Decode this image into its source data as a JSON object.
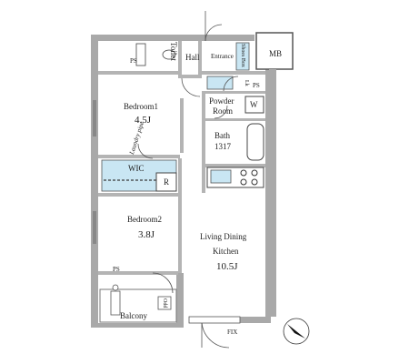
{
  "plan": {
    "rooms": {
      "bedroom1": {
        "name": "Bedroom1",
        "area": "4.5J"
      },
      "bedroom2": {
        "name": "Bedroom2",
        "area": "3.8J"
      },
      "ldk": {
        "name_line1": "Living Dining",
        "name_line2": "Kitchen",
        "area": "10.5J"
      },
      "bath": {
        "name": "Bath",
        "size": "1317"
      },
      "powder": {
        "line1": "Powder",
        "line2": "Room"
      },
      "toilet": "Toilet",
      "hall": "Hall",
      "entrance": "Entrance",
      "balcony": "Balcony"
    },
    "fixtures": {
      "wic": "WIC",
      "r": "R",
      "w": "W",
      "mb": "MB",
      "ps_top": "PS",
      "ps_right": "PS",
      "ps_bottom": "PS",
      "shoes_box": "Shoes Box",
      "laundry_pipe": "Laundry pipe",
      "lk": "Lk",
      "odd": "Odd",
      "fix": "FIX"
    },
    "compass": "N",
    "colors": {
      "wall": "#a9a9a9",
      "wall_dark": "#8c8c8c",
      "water": "#c9e6f3",
      "line": "#3a3a3a"
    }
  }
}
